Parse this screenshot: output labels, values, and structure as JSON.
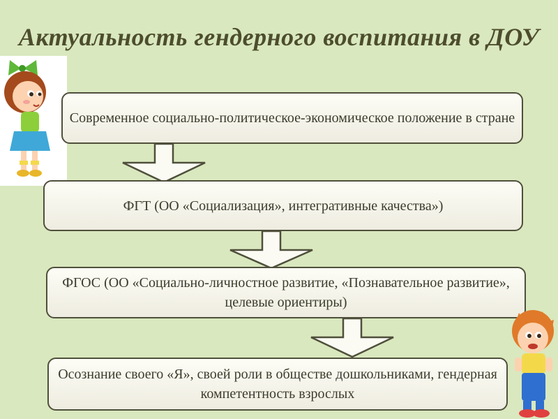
{
  "slide": {
    "title": "Актуальность гендерного воспитания в ДОУ",
    "colors": {
      "background": "#d9e8be",
      "box_border": "#4f4f3b",
      "box_fill": "#fdfdf6",
      "text": "#3c3c2c",
      "title": "#4d4d2e"
    },
    "icons": [
      "girl-illustration",
      "boy-illustration",
      "down-arrow-icon"
    ],
    "boxes": [
      {
        "text": "Современное социально-политическое-экономическое положение в стране"
      },
      {
        "text": "ФГТ (ОО «Социализация», интегративные качества»)"
      },
      {
        "text": "ФГОС (ОО «Социально-личностное развитие, «Познавательное развитие», целевые ориентиры)"
      },
      {
        "text": "Осознание своего «Я», своей роли в обществе дошкольниками, гендерная компетентность взрослых"
      }
    ]
  }
}
